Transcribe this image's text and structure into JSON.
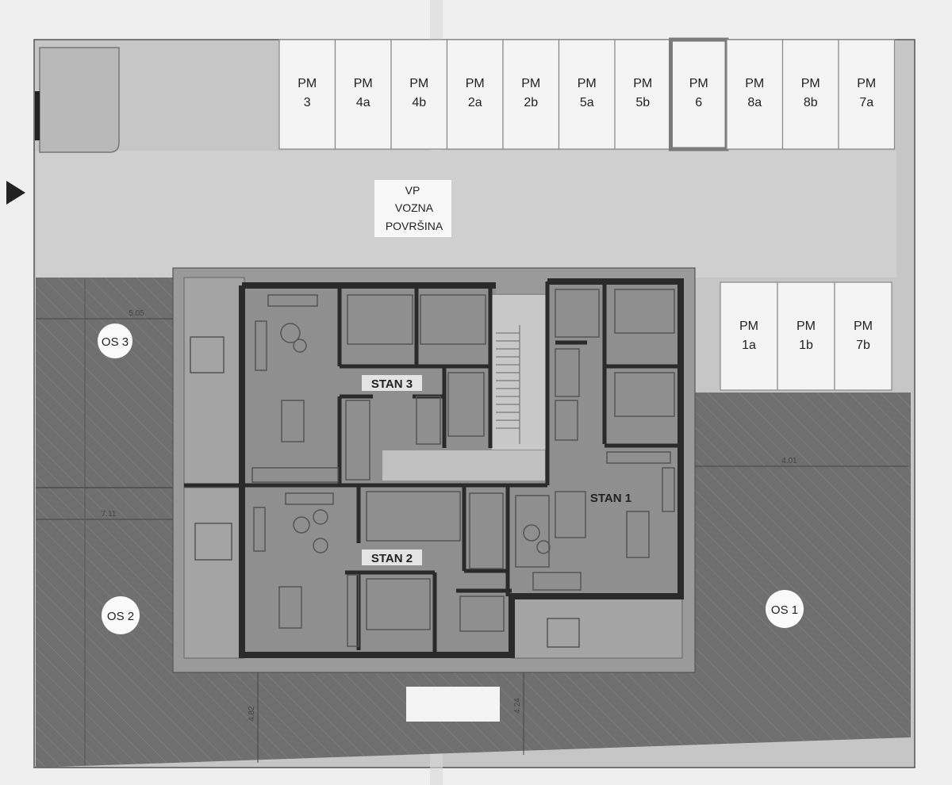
{
  "parking_top": [
    {
      "line1": "PM",
      "line2": "3"
    },
    {
      "line1": "PM",
      "line2": "4a"
    },
    {
      "line1": "PM",
      "line2": "4b"
    },
    {
      "line1": "PM",
      "line2": "2a"
    },
    {
      "line1": "PM",
      "line2": "2b"
    },
    {
      "line1": "PM",
      "line2": "5a"
    },
    {
      "line1": "PM",
      "line2": "5b"
    },
    {
      "line1": "PM",
      "line2": "6"
    },
    {
      "line1": "PM",
      "line2": "8a"
    },
    {
      "line1": "PM",
      "line2": "8b"
    },
    {
      "line1": "PM",
      "line2": "7a"
    }
  ],
  "parking_right": [
    {
      "line1": "PM",
      "line2": "1a"
    },
    {
      "line1": "PM",
      "line2": "1b"
    },
    {
      "line1": "PM",
      "line2": "7b"
    }
  ],
  "highlighted_space": "PM 6",
  "driveway": {
    "line1": "VP",
    "line2": "VOZNA",
    "line3": "POVRŠINA"
  },
  "apartments": {
    "stan1": "STAN 1",
    "stan2": "STAN 2",
    "stan3": "STAN 3"
  },
  "gardens": {
    "os1": "OS 1",
    "os2": "OS 2",
    "os3": "OS 3"
  },
  "dimensions": {
    "d1": "5.05",
    "d2": "7.11",
    "d3": "4.01",
    "d4": "4.82",
    "d5": "4.24"
  },
  "colors": {
    "paper": "#efefef",
    "garden": "#6e6e6e",
    "yard": "#a6a6a6",
    "building": "#8a8a8a",
    "parking": "#f3f3f3",
    "walls": "#2a2a2a"
  }
}
